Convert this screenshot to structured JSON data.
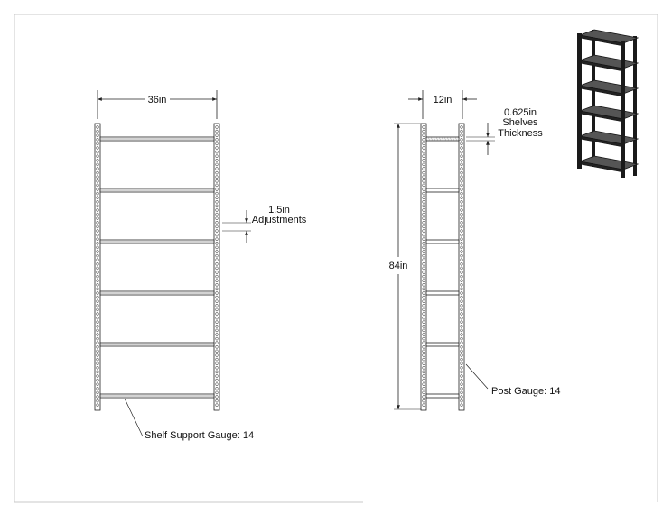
{
  "front_view": {
    "width_label": "36in",
    "adjustment_value": "1.5in",
    "adjustment_label": "Adjustments",
    "callout_label": "Shelf Support Gauge: 14",
    "shelf_count": 6
  },
  "side_view": {
    "width_label": "12in",
    "height_label": "84in",
    "thickness_value": "0.625in",
    "thickness_line1": "Shelves",
    "thickness_line2": "Thickness",
    "callout_label": "Post Gauge: 14",
    "shelf_count": 6
  },
  "thumbnail": {
    "name": "isometric-shelving-unit",
    "shelf_count": 6,
    "shelf_color": "#555555",
    "post_color": "#1a1a1a"
  },
  "colors": {
    "line": "#222222",
    "border": "#c8c8c8"
  }
}
